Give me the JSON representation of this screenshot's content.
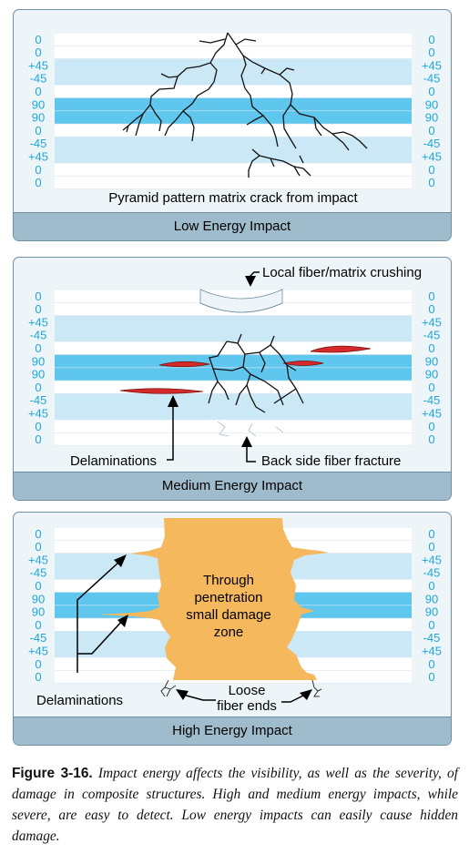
{
  "ply_labels": [
    "0",
    "0",
    "+45",
    "-45",
    "0",
    "90",
    "90",
    "0",
    "-45",
    "+45",
    "0",
    "0"
  ],
  "colors": {
    "white_ply": "#ffffff",
    "light_ply": "#cbe8f6",
    "medium_ply": "#8fd2ee",
    "dark_ply": "#5fc6ee",
    "label": "#1ea7dc",
    "damage_zone": "#f6b85c",
    "delamination": "#d42a2a"
  },
  "panels": [
    {
      "title": "Low Energy Impact",
      "annotation": "Pyramid pattern matrix crack from impact"
    },
    {
      "title": "Medium Energy Impact",
      "crushing_label": "Local fiber/matrix crushing",
      "delamination_label": "Delaminations",
      "backside_label": "Back side fiber fracture"
    },
    {
      "title": "High Energy Impact",
      "zone_label_lines": [
        "Through",
        "penetration",
        "small damage",
        "zone"
      ],
      "delamination_label": "Delaminations",
      "loose_label_lines": [
        "Loose",
        "fiber ends"
      ]
    }
  ],
  "caption": {
    "figure_number": "Figure 3-16.",
    "text": "Impact energy affects the visibility, as well as the severity, of damage in composite structures. High and medium energy impacts, while severe, are easy to detect. Low energy impacts can easily cause hidden damage."
  }
}
